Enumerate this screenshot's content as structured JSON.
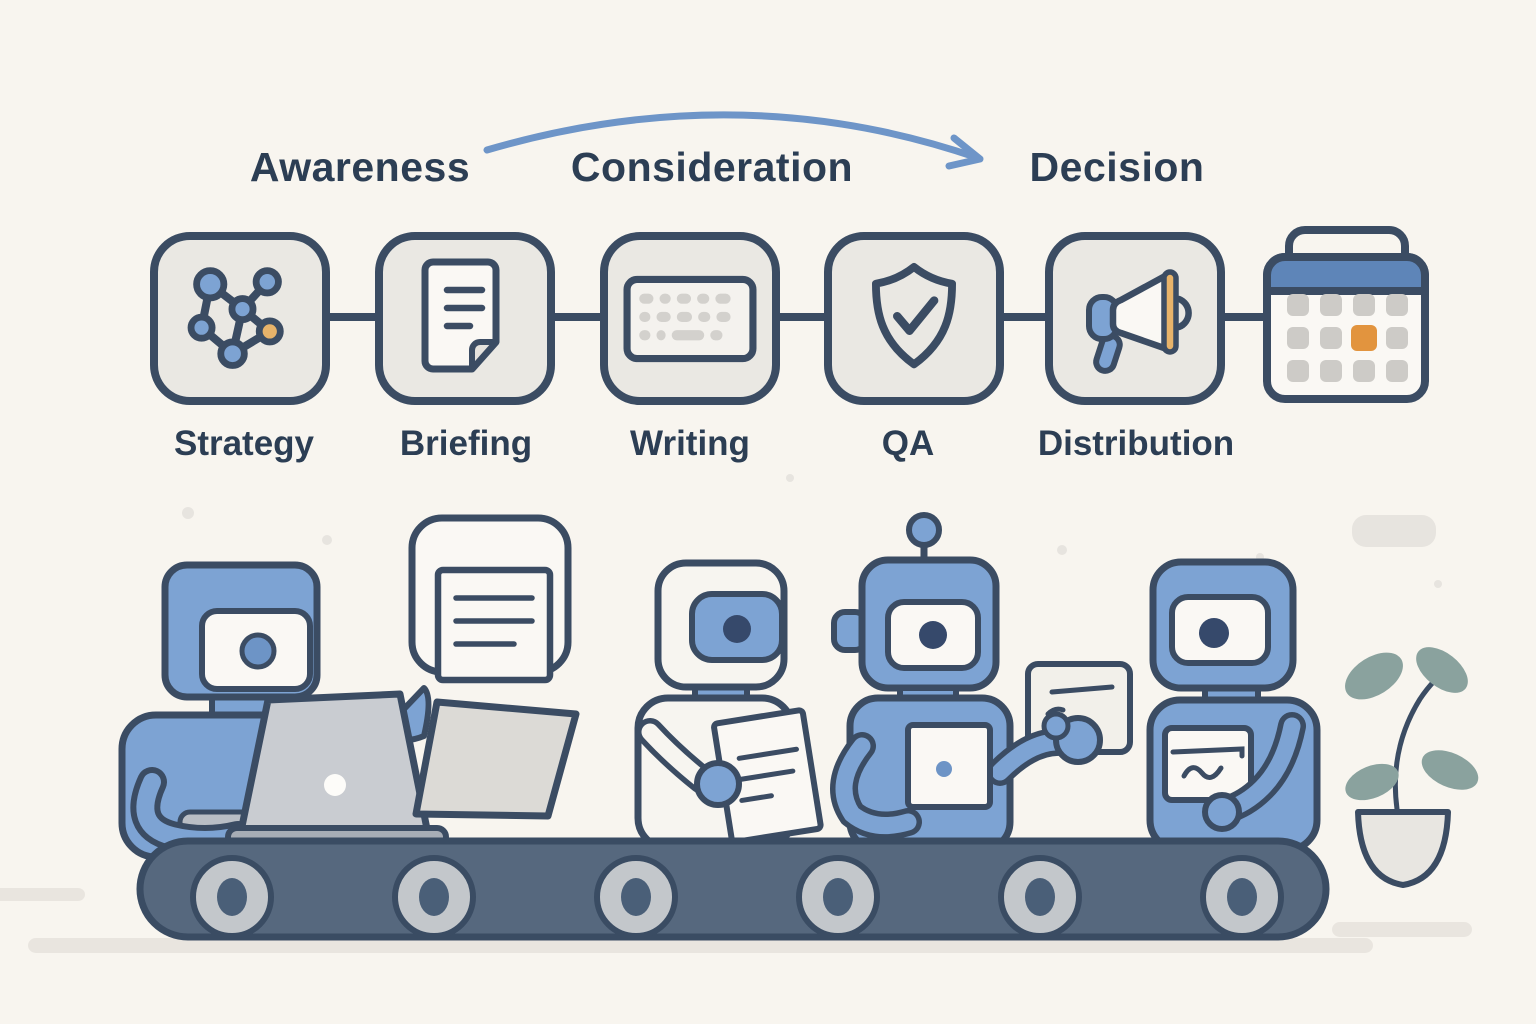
{
  "funnel": {
    "stages": [
      {
        "label": "Awareness"
      },
      {
        "label": "Consideration"
      },
      {
        "label": "Decision"
      }
    ]
  },
  "pipeline": {
    "steps": [
      {
        "label": "Strategy",
        "icon": "network-graph-icon"
      },
      {
        "label": "Briefing",
        "icon": "document-icon"
      },
      {
        "label": "Writing",
        "icon": "keyboard-icon"
      },
      {
        "label": "QA",
        "icon": "shield-check-icon"
      },
      {
        "label": "Distribution",
        "icon": "megaphone-icon"
      }
    ],
    "calendar": {
      "icon": "calendar-icon",
      "highlighted_day": "row 2, column 3"
    }
  },
  "illustration": {
    "scene": "four robots working along a conveyor belt",
    "robots": [
      "robot-at-laptop",
      "robot-reading-paper",
      "robot-holding-tablet-and-card",
      "robot-holding-chart-card"
    ],
    "props": [
      "document-bubble",
      "laptop",
      "screen-panel",
      "conveyor-belt",
      "potted-plant"
    ]
  },
  "palette": {
    "background": "#f8f5ef",
    "outline": "#3b4c63",
    "text": "#2c3e54",
    "blue": "#7da3d3",
    "blue_dark": "#6d94c6",
    "arrow_blue": "#6e95c8",
    "box_fill": "#eae8e3",
    "key_gray": "#d3d1cd",
    "tan": "#e7b36a",
    "orange": "#e2943e",
    "calendar_header": "#5e85b8",
    "belt": "#56687e",
    "roller_light": "#c3c7cb",
    "roller_dark": "#4a5f78",
    "paper": "#faf8f4",
    "panel_gray": "#dcdad6",
    "laptop_gray": "#c9ccd1",
    "sage_green": "#8aa29e",
    "shadow_gray": "#e9e5df"
  }
}
